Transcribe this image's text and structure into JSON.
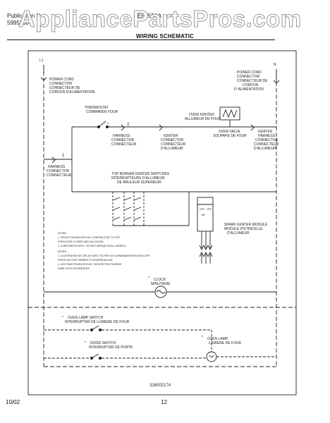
{
  "watermark": "AppliancePartsPros.com",
  "header": {
    "line1": "Publication N",
    "line2": "5995360",
    "model": "FEF352AA"
  },
  "title": "WIRING SCHEMATIC",
  "labels": {
    "l1": "L1",
    "n": "N",
    "power_cord_right": [
      "POWER CORD",
      "CONNECTOR",
      "CONNECTEUR DE",
      "CORDON",
      "D' ALIMENTATION"
    ],
    "power_cord_left": [
      "POWER CORD",
      "CONNECTOR",
      "CONNECTEUR DE",
      "CORDON D'ALIMENTATION"
    ],
    "thermostat": [
      "THERMOSTAT",
      "COMMANDE FOUR"
    ],
    "oven_igniter": [
      "OVEN IGNITER",
      "ALLUMEUR DE FOUR"
    ],
    "harness_center": [
      "HARNESS",
      "CONNECTOR",
      "CONNECTEUR"
    ],
    "igniter_connector": [
      "IGNITER",
      "CONNECTOR",
      "CONNECTEUR",
      "D'ALLUMEUR"
    ],
    "oven_valve": [
      "OVEN VALVE",
      "SOUPAPE DE FOUR"
    ],
    "igniter_harness_right": [
      "IGNITER",
      "HARNESS",
      "CONNECTOR",
      "CONNECTEUR",
      "D'ALLUMEUR"
    ],
    "harness_left": [
      "HARNESS",
      "CONNECTOR",
      "CONNECTEUR"
    ],
    "top_burner": [
      "TOP BURNER IGNITER SWITCHES",
      "INTERRUPTEURS D'ALLUMEUR",
      "DE BRULEUR SUPERIEUR"
    ],
    "spark_module": [
      "SPARK IGNITER MODULE",
      "MODULE D'ETINCELLE",
      "D'ALLUMEUR"
    ],
    "clock": [
      "CLOCK",
      "MINUTERIE"
    ],
    "oven_lamp_switch": [
      "OVEN LAMP SWITCH",
      "INTERRUPTER DE LUMIERE DE FOUR"
    ],
    "door_switch": [
      "DOOR SWITCH",
      "INTERRUPTER DE PORTE"
    ],
    "oven_lamp": [
      "OVEN LAMP",
      "LUMIERE DE FOUR"
    ],
    "wire_1": "1",
    "wire_2": "2",
    "switch_marks": [
      "OFF",
      "ON",
      "OFF"
    ]
  },
  "notes": [
    "NOTES:",
    "1.   CIRCUIT SHOWN WITH ALL CONTROLS SET TO OFF",
    "      OVEN DOOR CLOSED AND UN-LOCKED.",
    "2.   COMPONENTS WITH * DO NOT APPEAR ON ALL MODELS.",
    "NOTES:",
    "1.   ILLUSTRATION DE CIRCUIT AVEC TOUTES LES COMMANDES REGLEES A OFF,",
    "      PORTE DE FOUR FERMEE ET DEVERROUILLEE.",
    "2.   LES ITEMS POURVUS D'UN * NE SONT PAS FOURNIS",
    "      DANS TOUS LES MODELES."
  ],
  "diagram_number": "316002174",
  "footer": {
    "date": "10/02",
    "page": "12"
  }
}
